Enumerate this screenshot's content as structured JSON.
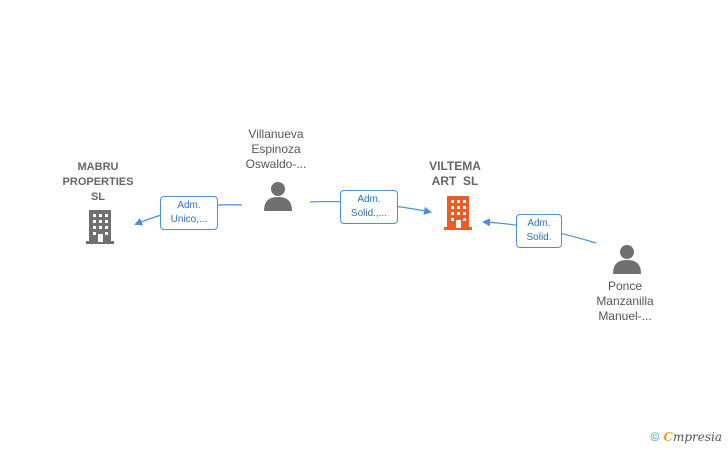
{
  "nodes": {
    "mabru": {
      "label_lines": [
        "MABRU",
        "PROPERTIES",
        "SL"
      ],
      "kind": "company"
    },
    "villanueva": {
      "label_lines": [
        "Villanueva",
        "Espinoza",
        "Oswaldo-..."
      ],
      "kind": "person"
    },
    "viltema": {
      "label_lines": [
        "VILTEMA",
        "ART  SL"
      ],
      "kind": "company-focus"
    },
    "ponce": {
      "label_lines": [
        "Ponce",
        "Manzanilla",
        "Manuel-..."
      ],
      "kind": "person"
    }
  },
  "edges": {
    "e1": {
      "lines": [
        "Adm.",
        "Unico,..."
      ]
    },
    "e2": {
      "lines": [
        "Adm.",
        "Solid.,..."
      ]
    },
    "e3": {
      "lines": [
        "Adm.",
        "Solid."
      ]
    }
  },
  "colors": {
    "edge": "#4a90d9",
    "company_icon": "#707070",
    "focus_icon": "#f05a28",
    "person_icon": "#707070"
  },
  "footer": {
    "copyright": "©",
    "brand_first": "C",
    "brand_rest": "mpresia"
  }
}
